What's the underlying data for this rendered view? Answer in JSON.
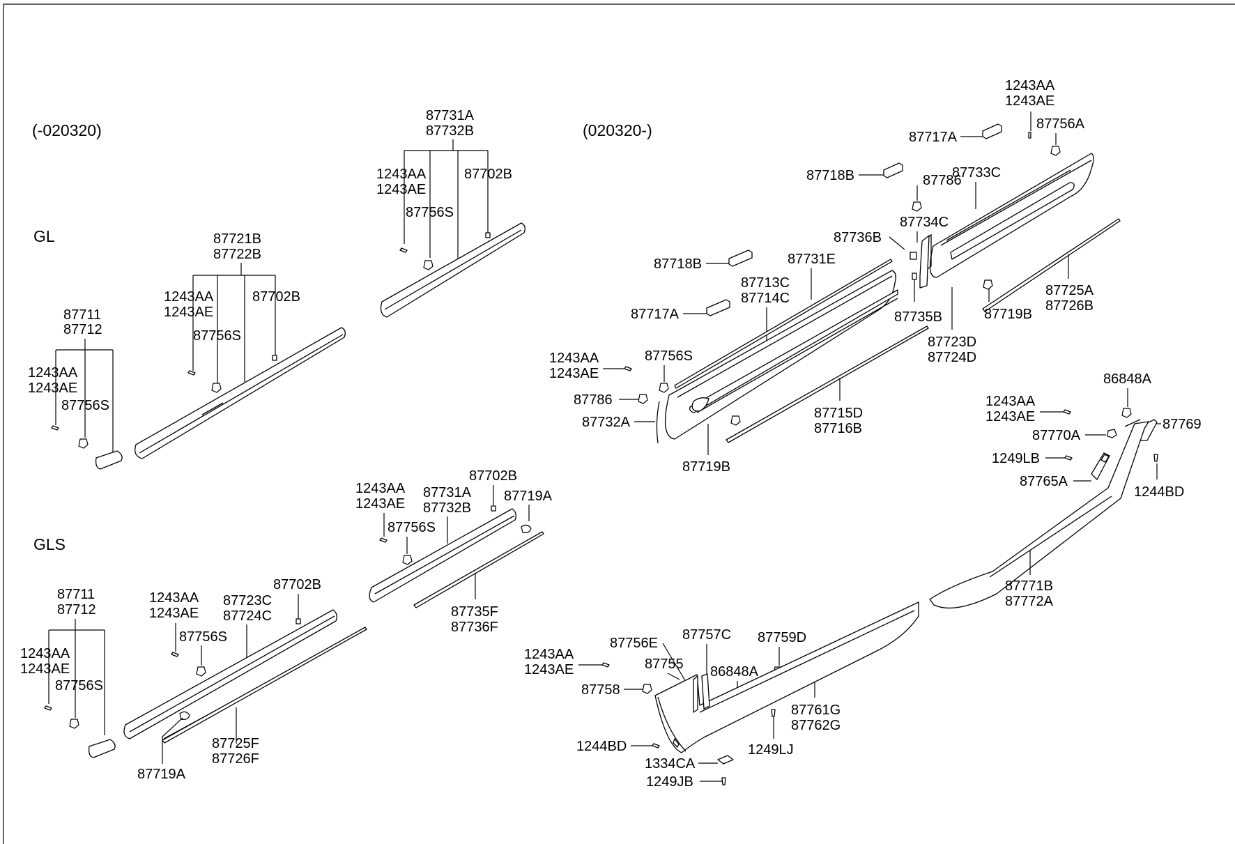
{
  "sections": {
    "early": "(-020320)",
    "late": "(020320-)",
    "gl": "GL",
    "gls": "GLS"
  },
  "labels": {
    "gl_end_cap": [
      "87711",
      "87712"
    ],
    "gl_end_screw": [
      "1243AA",
      "1243AE"
    ],
    "gl_end_clip": "87756S",
    "gl_front_molding": [
      "87721B",
      "87722B"
    ],
    "gl_front_screw": [
      "1243AA",
      "1243AE"
    ],
    "gl_front_clip": "87756S",
    "gl_front_tape": "87702B",
    "gl_rear_molding": [
      "87731A",
      "87732B"
    ],
    "gl_rear_screw": [
      "1243AA",
      "1243AE"
    ],
    "gl_rear_clip": "87756S",
    "gl_rear_tape": "87702B",
    "gls_end_cap": [
      "87711",
      "87712"
    ],
    "gls_end_screw": [
      "1243AA",
      "1243AE"
    ],
    "gls_end_clip": "87756S",
    "gls_front_screw": [
      "1243AA",
      "1243AE"
    ],
    "gls_front_clip": "87756S",
    "gls_front_molding": [
      "87723C",
      "87724C"
    ],
    "gls_front_tape": "87702B",
    "gls_front_strip": [
      "87725F",
      "87726F"
    ],
    "gls_front_cap": "87719A",
    "gls_rear_screw": [
      "1243AA",
      "1243AE"
    ],
    "gls_rear_molding": [
      "87731A",
      "87732B"
    ],
    "gls_rear_tape": "87702B",
    "gls_rear_cap": "87719A",
    "gls_rear_clip": "87756S",
    "gls_rear_strip": [
      "87735F",
      "87736F"
    ],
    "new_screw_top": [
      "1243AA",
      "1243AE"
    ],
    "new_clip_top": "87756A",
    "new_pad_a_top": "87717A",
    "new_pad_b_top": "87718B",
    "new_clip_86": "87786",
    "new_rear_molding": "87733C",
    "new_trim_34": "87734C",
    "new_trim_36": "87736B",
    "new_pad_b_mid": "87718B",
    "new_front_molding": "87731E",
    "new_front_insert": [
      "87713C",
      "87714C"
    ],
    "new_pad_a_mid": "87717A",
    "new_trim_35": "87735B",
    "new_rear_panel": [
      "87723D",
      "87724D"
    ],
    "new_clip_19_rear": "87719B",
    "new_rear_strip": [
      "87725A",
      "87726B"
    ],
    "new_screw_mid": [
      "1243AA",
      "1243AE"
    ],
    "new_clip_mid": "87756S",
    "new_clip_86_low": "87786",
    "new_end_32": "87732A",
    "new_front_strip": [
      "87715D",
      "87716B"
    ],
    "new_clip_19_front": "87719B",
    "sill_clip_86848_top": "86848A",
    "sill_screw_top": [
      "1243AA",
      "1243AE"
    ],
    "sill_769": "87769",
    "sill_770": "87770A",
    "sill_1249LB": "1249LB",
    "sill_765": "87765A",
    "sill_1244BD_top": "1244BD",
    "sill_rear": [
      "87771B",
      "87772A"
    ],
    "sill_screw_front": [
      "1243AA",
      "1243AE"
    ],
    "sill_756E": "87756E",
    "sill_757C": "87757C",
    "sill_759D": "87759D",
    "sill_755": "87755",
    "sill_86848_low": "86848A",
    "sill_758": "87758",
    "sill_main": [
      "87761G",
      "87762G"
    ],
    "sill_1244BD_low": "1244BD",
    "sill_1249LJ": "1249LJ",
    "sill_1334CA": "1334CA",
    "sill_1249JB": "1249JB"
  }
}
